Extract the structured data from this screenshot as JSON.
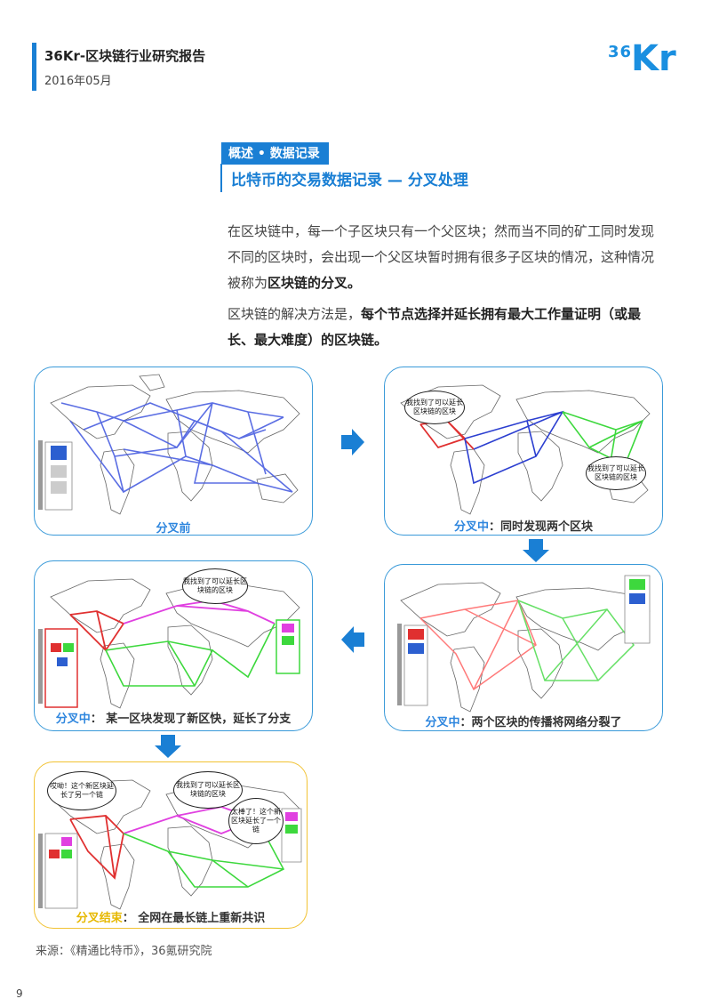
{
  "header": {
    "title": "36Kr-区块链行业研究报告",
    "date": "2016年05月",
    "logo_num": "36",
    "logo_text": "Kr"
  },
  "section": {
    "tag": "概述 • 数据记录",
    "title": "比特币的交易数据记录 — 分叉处理"
  },
  "body": {
    "p1_a": "在区块链中，每一个子区块只有一个父区块；然而当不同的矿工同时发现不同的区块时，会出现一个父区块暂时拥有很多子区块的情况，这种情况被称为",
    "p1_b": "区块链的分叉。",
    "p2_a": "区块链的解决方法是，",
    "p2_b": "每个节点选择并延长拥有最大工作量证明（或最长、最大难度）的区块链。"
  },
  "panels": {
    "p1": {
      "caption": "分叉前"
    },
    "p2": {
      "caption_hl": "分叉中",
      "caption_rest": "：同时发现两个区块",
      "bubble_a": "我找到了可以延长区块链的区块",
      "bubble_b": "我找到了可以延长区块链的区块"
    },
    "p3": {
      "caption_hl": "分叉中",
      "caption_rest": "：两个区块的传播将网络分裂了"
    },
    "p4": {
      "caption_hl": "分叉中",
      "caption_rest": "： 某一区块发现了新区快，延长了分支",
      "bubble_a": "我找到了可以延长区块链的区块"
    },
    "p5": {
      "caption_hl": "分叉结束",
      "caption_rest": "： 全网在最长链上重新共识",
      "bubble_a": "哎呦！这个新区块延长了另一个链",
      "bubble_b": "我找到了可以延长区块链的区块",
      "bubble_c": "太棒了！这个新区块延长了一个链"
    }
  },
  "source": "来源：《精通比特币》，36氪研究院",
  "page_number": "9",
  "colors": {
    "accent": "#1a7fd4",
    "blue_net": "#4a5fe0",
    "red_net": "#e03030",
    "green_net": "#3dd83d",
    "magenta_net": "#e040e0",
    "final_border": "#f1c232"
  }
}
